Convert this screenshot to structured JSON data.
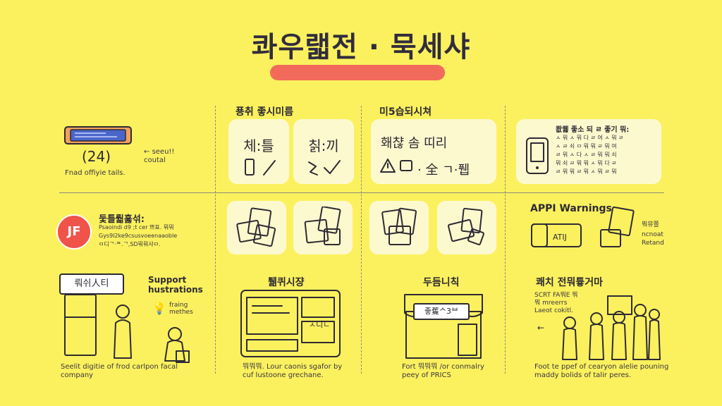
{
  "title": "콰우랣전 · 묵세샤",
  "colors": {
    "background": "#fbf15e",
    "accent_bar": "#f26a5c",
    "card": "#fdf9cf",
    "badge": "#ef5349"
  },
  "row1": {
    "col1": {
      "device_label": "(24)",
      "arrow_text": "seeu!! coutal",
      "caption": "Fnad offiyie tails."
    },
    "col2": {
      "header": "푱취 좋시미름",
      "card1_text": "체:틀",
      "card2_text": "칡:끼"
    },
    "col3": {
      "header": "미5습되시쳐",
      "card_line1": "홰챦 솜 띠리",
      "card_line2": "· 全 ㄱ·퓁"
    },
    "col4": {
      "header": "쾂퀧 좋소 되 ㄹ 좋기 뭐:",
      "lines": [
        "ㅅ 뭐 ㅅ 뭐 다 ㄹ 여 ㅅ 뭐 ㄹ",
        "ㅅ ㄹ 쇠 ㅁ 뭐 뭐 ㄹ 뭐 여",
        "ㄹ 뭐 ㅅ 다 ㅅ ㄹ 뭐 뭐 쇠",
        "뭐 쇠 ㄹ 뭐 뭐 ㅅ 뭐 다 ㄹ",
        "ㄹ 뭐 뭐 ㄹ 뭐 ㅅ 뭐 ㄹ 뭐"
      ]
    }
  },
  "row2": {
    "col1": {
      "badge": "JF",
      "header": "둧틀뤏훓섞:",
      "lines": [
        "Psaoindi d9 ;t cer 쁘표. 뭐뭐",
        "Gys9l2ke9csusvoeenaaoble",
        "ㅁ디ᄀ·ᄑ.ᄀ,SD뭐뭐샤ㅁ."
      ]
    },
    "col4": {
      "header": "APPI Warnings",
      "card_text": "ATIJ",
      "right_lines": [
        "뭐뮤쫄",
        "ncnoat",
        "Retand"
      ]
    }
  },
  "row3": {
    "col1": {
      "sign": "뤄쉬人티",
      "label": "Support hustrations",
      "bubble_text": "fraing methes",
      "caption": "Seelit digitie of frod carlpon facal company"
    },
    "col2": {
      "header": "퉮퀴시쟝",
      "screen_tag": "ㅅ디ㄴ",
      "caption": "뭐뭐뭐. Lour caonis sgafor by cuf lustoone grechane."
    },
    "col3": {
      "header": "두듬니칙",
      "sign": "좋蒦ᄉ3ᄇ",
      "caption": "Fort 뭐뭐뭐 /or conmalry peey of PRICS"
    },
    "col4": {
      "header": "쾌치 전뭐튷거마",
      "left_text": "SCRT FA뭐E 뭐뭐 mreerrs Laeot cokitl.",
      "caption": "Foot te ppef of cearyon alelie pouning maddy bolids of talir peres."
    }
  }
}
